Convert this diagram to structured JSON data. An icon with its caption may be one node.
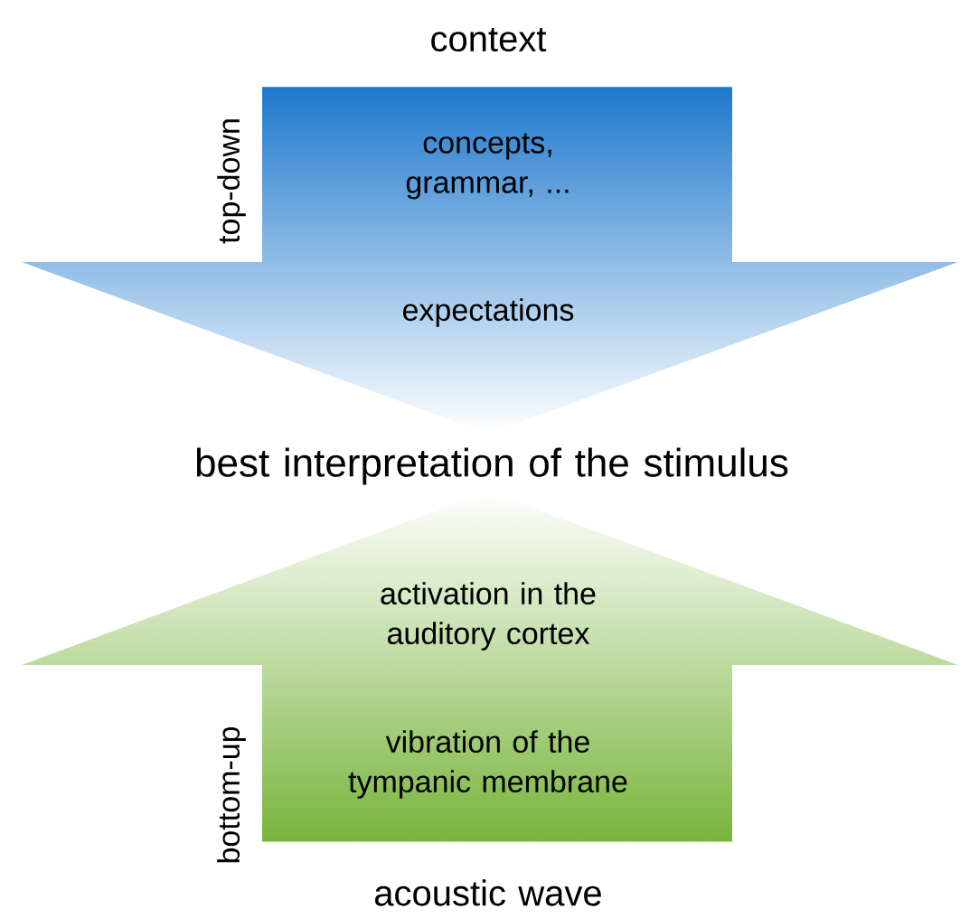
{
  "diagram": {
    "nodes": [
      {
        "text": [
          "context",
          "concepts, grammar, ...",
          "expectations"
        ],
        "beside": [
          "top-down"
        ]
      },
      {
        "text": [
          "best interpretation of the stimulus"
        ]
      },
      {
        "text": [
          "activation in the auditory cortex",
          "vibration of the tympanic membrane",
          "acoustic wave"
        ],
        "beside": [
          "bottom-up"
        ]
      }
    ]
  }
}
